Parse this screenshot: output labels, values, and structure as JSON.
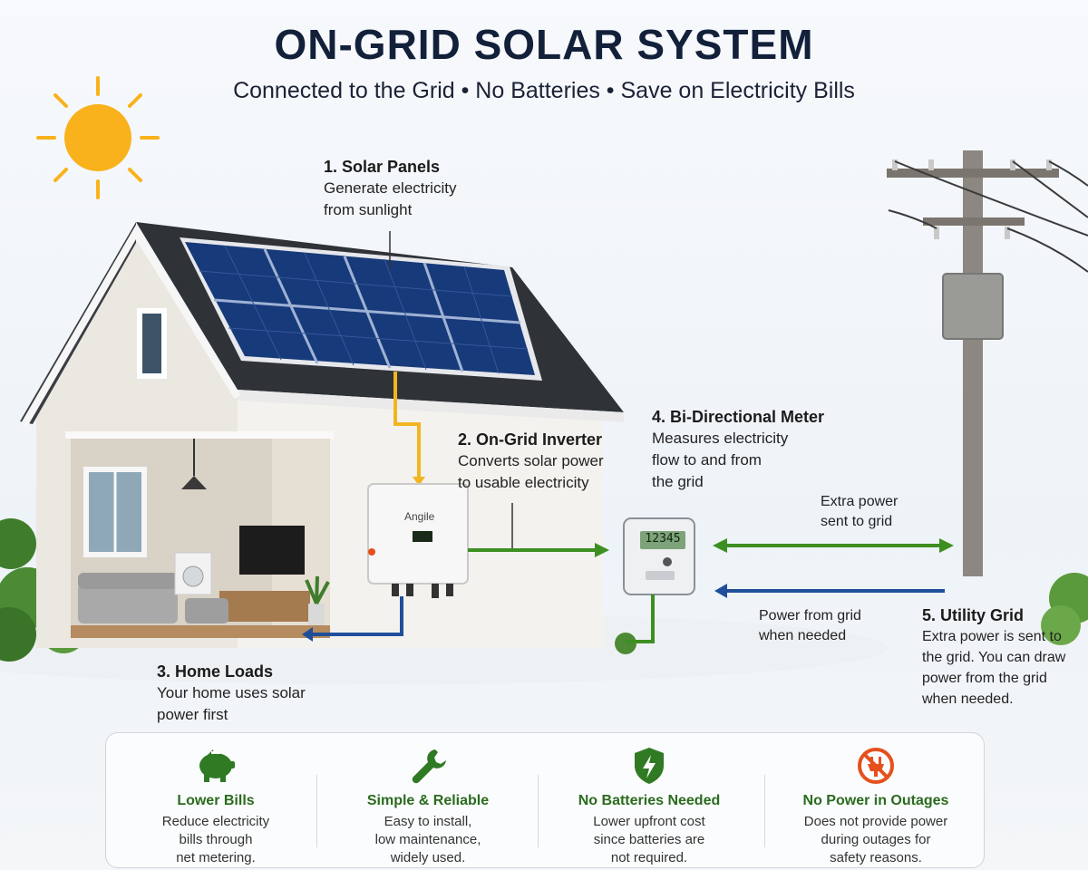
{
  "header": {
    "title": "ON-GRID SOLAR SYSTEM",
    "subtitle": "Connected to the Grid • No Batteries • Save on Electricity Bills"
  },
  "components": {
    "solar_panels": {
      "title": "1. Solar Panels",
      "desc": [
        "Generate electricity",
        "from sunlight"
      ]
    },
    "inverter": {
      "title": "2. On-Grid Inverter",
      "desc": [
        "Converts solar power",
        "to usable electricity"
      ],
      "brand": "Angile"
    },
    "home_loads": {
      "title": "3. Home Loads",
      "desc": [
        "Your home uses solar",
        "power first"
      ]
    },
    "meter": {
      "title": "4. Bi-Directional Meter",
      "desc": [
        "Measures electricity",
        "flow to and from",
        "the grid"
      ],
      "display": "12345"
    },
    "utility_grid": {
      "title": "5. Utility Grid",
      "desc": [
        "Extra power is sent to",
        "the grid. You can draw",
        "power from the grid",
        "when needed."
      ]
    }
  },
  "flows": {
    "to_grid": [
      "Extra power",
      "sent to grid"
    ],
    "from_grid": [
      "Power from grid",
      "when needed"
    ]
  },
  "colors": {
    "solar_flow": "#f2b51f",
    "export_flow": "#3d8f22",
    "import_flow": "#1f4f9a",
    "benefit_title": "#2a6b1e",
    "warning_icon": "#e5501d"
  },
  "benefits": [
    {
      "icon": "piggy-bank-icon",
      "title": "Lower Bills",
      "desc": [
        "Reduce electricity",
        "bills through",
        "net metering."
      ]
    },
    {
      "icon": "wrench-icon",
      "title": "Simple & Reliable",
      "desc": [
        "Easy to install,",
        "low maintenance,",
        "widely used."
      ]
    },
    {
      "icon": "shield-icon",
      "title": "No Batteries Needed",
      "desc": [
        "Lower upfront cost",
        "since batteries are",
        "not required."
      ]
    },
    {
      "icon": "no-power-icon",
      "title": "No Power in Outages",
      "desc": [
        "Does not provide power",
        "during outages for",
        "safety reasons."
      ]
    }
  ]
}
